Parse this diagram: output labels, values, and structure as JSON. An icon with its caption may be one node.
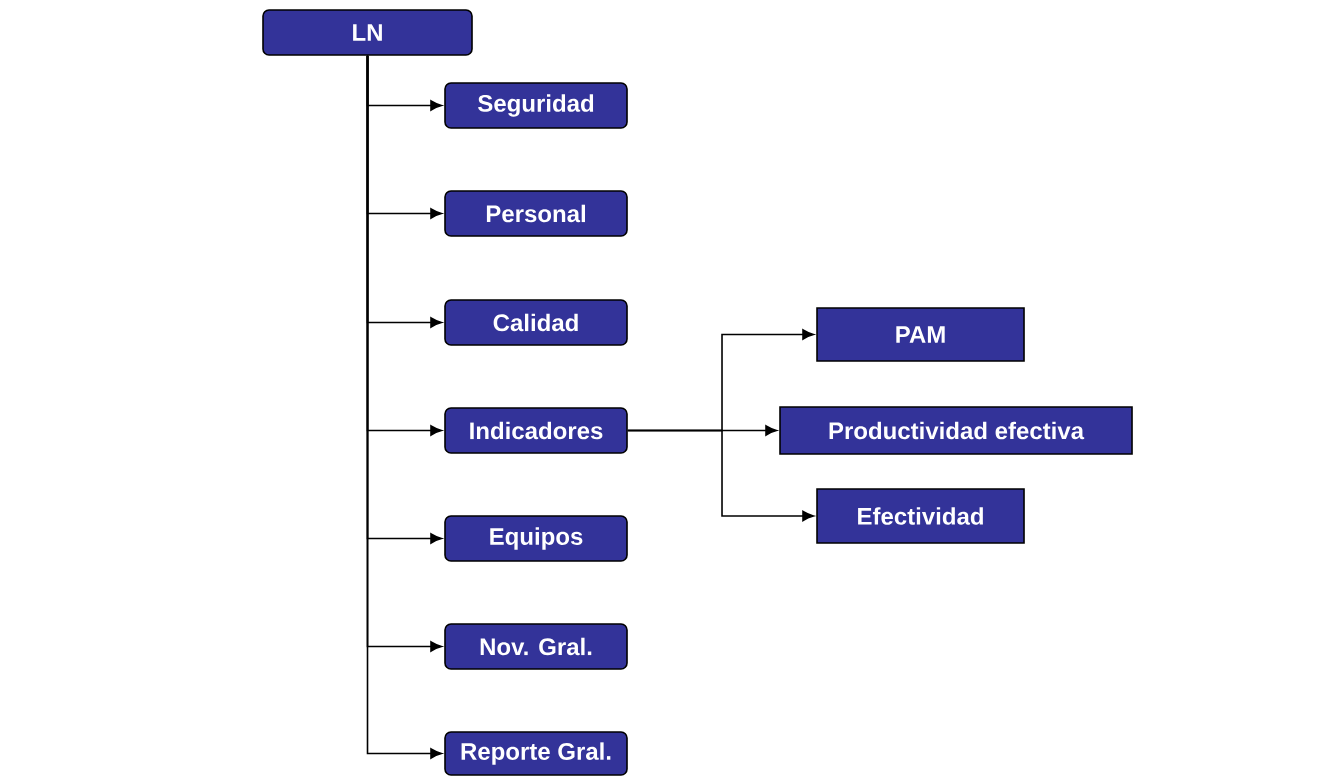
{
  "diagram": {
    "nodes": [
      {
        "text": [
          "LN"
        ]
      },
      {
        "text": [
          "Seguridad"
        ]
      },
      {
        "text": [
          "Personal"
        ]
      },
      {
        "text": [
          "Calidad"
        ]
      },
      {
        "text": [
          "Indicadores"
        ]
      },
      {
        "text": [
          "Equipos"
        ]
      },
      {
        "text": [
          "Nov. Gral."
        ]
      },
      {
        "text": [
          "Reporte Gral."
        ]
      },
      {
        "text": [
          "PAM"
        ]
      },
      {
        "text": [
          "Productividad efectiva"
        ]
      },
      {
        "text": [
          "Efectividad"
        ]
      }
    ],
    "edges": [
      {
        "from": 0,
        "to": 1,
        "arrow": "to"
      },
      {
        "from": 0,
        "to": 2,
        "arrow": "to"
      },
      {
        "from": 0,
        "to": 3,
        "arrow": "to"
      },
      {
        "from": 0,
        "to": 4,
        "arrow": "to"
      },
      {
        "from": 0,
        "to": 5,
        "arrow": "to"
      },
      {
        "from": 0,
        "to": 6,
        "arrow": "to"
      },
      {
        "from": 0,
        "to": 7,
        "arrow": "to"
      },
      {
        "from": 4,
        "to": 8,
        "arrow": "to"
      },
      {
        "from": 4,
        "to": 9,
        "arrow": "to"
      },
      {
        "from": 4,
        "to": 10,
        "arrow": "to"
      }
    ]
  }
}
